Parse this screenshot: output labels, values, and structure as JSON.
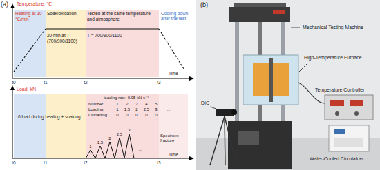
{
  "diagram": {
    "nodes": [
      {
        "text": [
          "Heating at 10 ℃/min"
        ]
      },
      {
        "text": [
          "Soak/oxidation",
          "20 min at T (700/900/1100)"
        ]
      },
      {
        "text": [
          "Tested at the same temperature and atmosphere",
          "T = 700/900/1100"
        ]
      }
    ],
    "labels": [
      "(a)",
      "Temperature, ℃",
      "Time",
      "t0",
      "t1",
      "t2",
      "t3",
      "Cooling down after the test",
      "Load, kN",
      "Time",
      "t0",
      "t1",
      "t2",
      "t3",
      "0 load during heating + soaking",
      "loading rate: 0.05 kN s⁻¹",
      "Number",
      "1",
      "2",
      "3",
      "4",
      "5",
      "...",
      "Loading",
      "1",
      "1.5",
      "2",
      "2.5",
      "3",
      "...",
      "Unloading",
      "0",
      "0",
      "0",
      "0",
      "0",
      "...",
      "1",
      "1.5",
      "2",
      "2.5",
      "3",
      "...",
      "Specimen fracture",
      "(b)",
      "Mechanical Testing Machine",
      "DIC",
      "High-Temperature Furnace",
      "Temperature Controller",
      "Water-Cooled Circulators"
    ]
  }
}
